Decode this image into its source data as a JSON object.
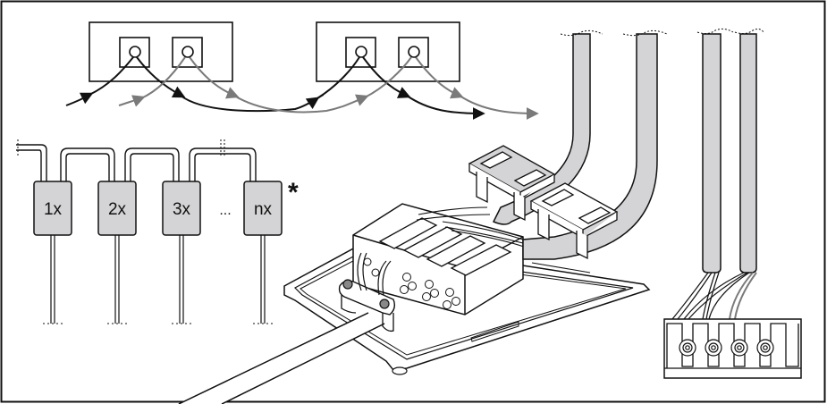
{
  "figure": {
    "type": "installation wiring diagram",
    "colors": {
      "line": "#111111",
      "wire_gray": "#7a7a7a",
      "cable_fill": "#d4d4d6",
      "driver_fill": "#d4d4d6",
      "background": "#ffffff"
    }
  },
  "loop_through": {
    "description": "Two dual-socket blocks with black and gray wires looping through",
    "blocks": 2,
    "sockets_per_block": 2,
    "wires": [
      "black",
      "gray"
    ]
  },
  "drivers": {
    "items": [
      {
        "label": "1x"
      },
      {
        "label": "2x"
      },
      {
        "label": "3x"
      },
      {
        "label": "nx"
      }
    ],
    "ellipsis": "...",
    "note_marker": "*"
  },
  "terminal": {
    "positions": 4
  }
}
